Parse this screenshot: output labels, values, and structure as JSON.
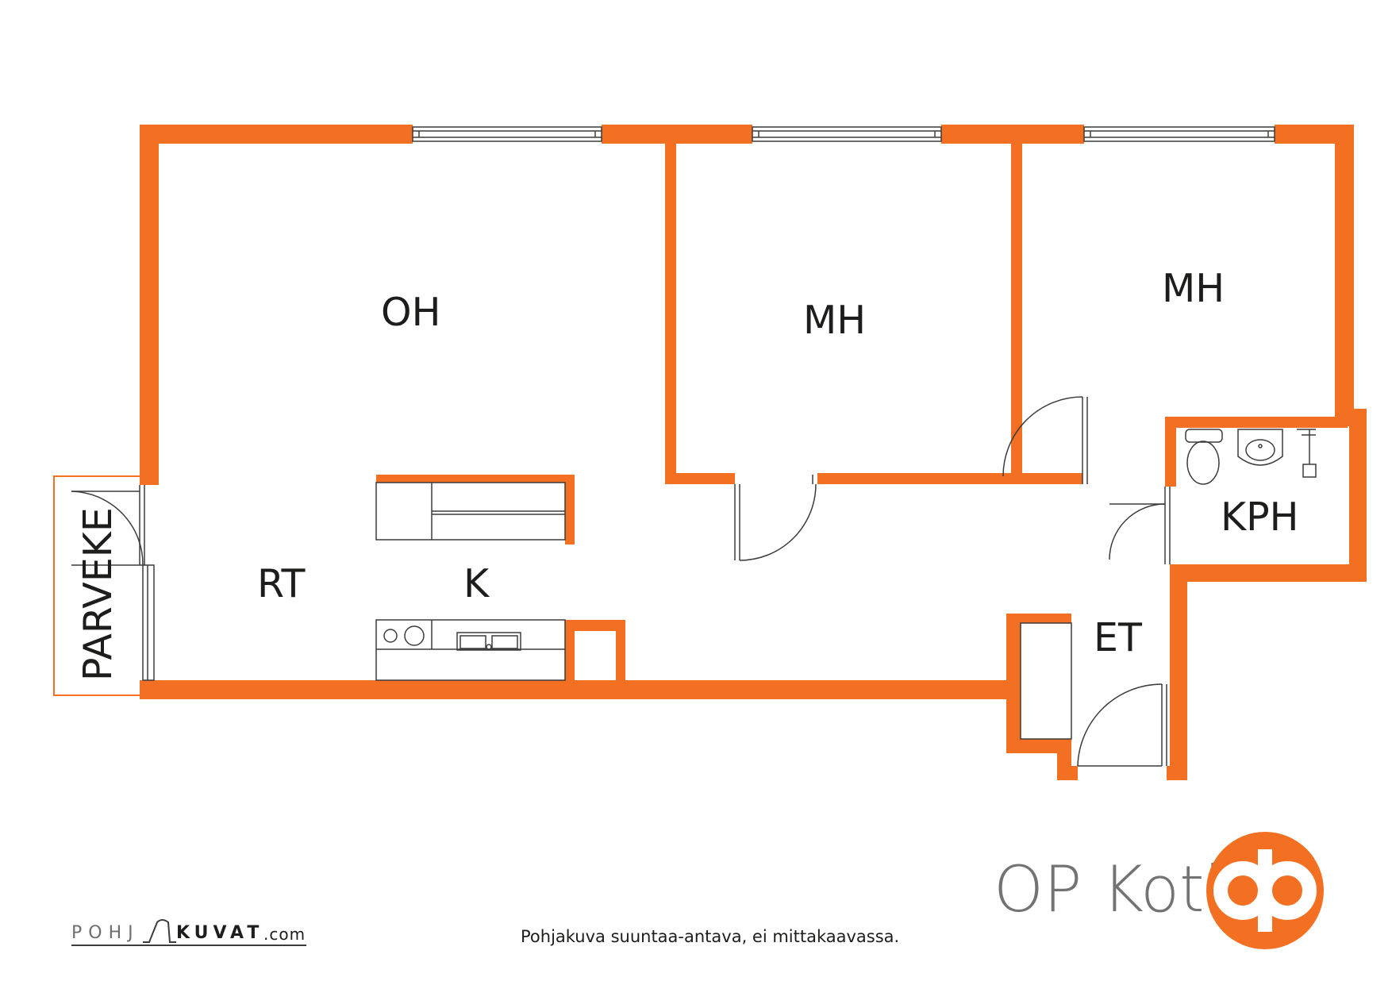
{
  "colors": {
    "wall": "#f36f21",
    "line": "#3c3c3c",
    "logo": "#f36f21",
    "brand_text": "#737373"
  },
  "rooms": {
    "oh": "OH",
    "mh_middle": "MH",
    "mh_right": "MH",
    "rt": "RT",
    "k": "K",
    "kph": "KPH",
    "et": "ET",
    "parveke": "PARVEKE"
  },
  "footer": {
    "disclaimer": "Pohjakuva suuntaa-antava, ei mittakaavassa.",
    "brand": "OP Koti",
    "credit_left": "POHJ",
    "credit_right": "KUVAT",
    "credit_suffix": ".com"
  },
  "icons": [
    "op-logo-icon",
    "toilet-icon",
    "sink-icon",
    "shower-icon",
    "stove-icon",
    "kitchen-sink-icon",
    "window-icon",
    "door-swing-icon"
  ]
}
